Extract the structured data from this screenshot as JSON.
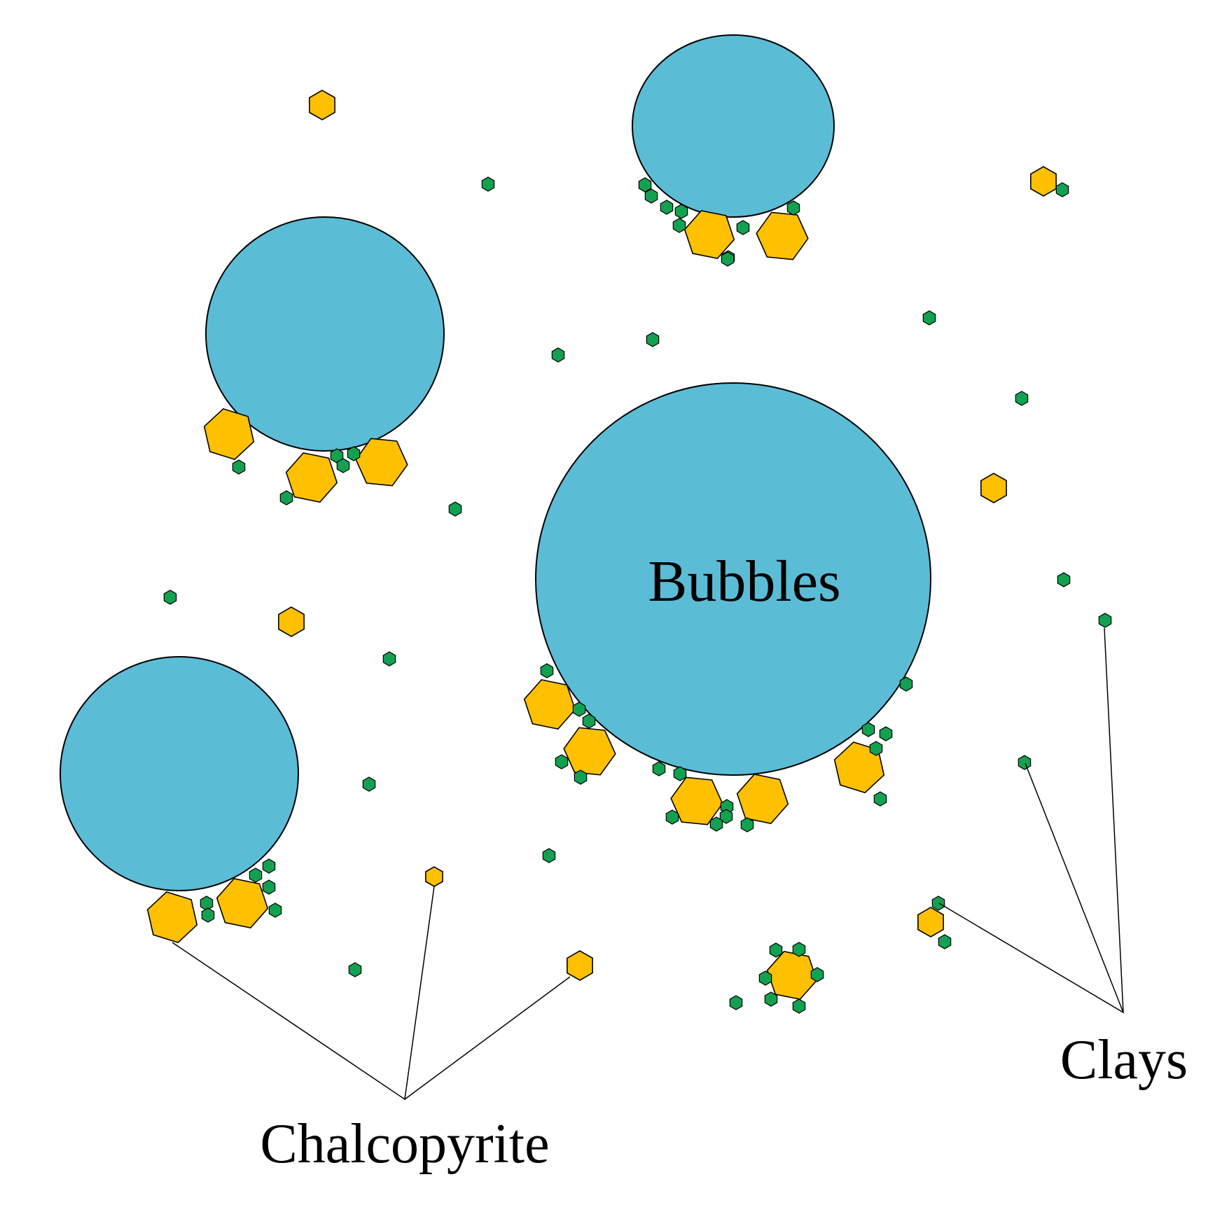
{
  "labels": {
    "bubbles": "Bubbles",
    "clays": "Clays",
    "chalcopyrite": "Chalcopyrite"
  },
  "legend": {
    "bubble_color": "#5bbcd6",
    "chalcopyrite_color": "#ffc000",
    "clay_color": "#12a150"
  }
}
